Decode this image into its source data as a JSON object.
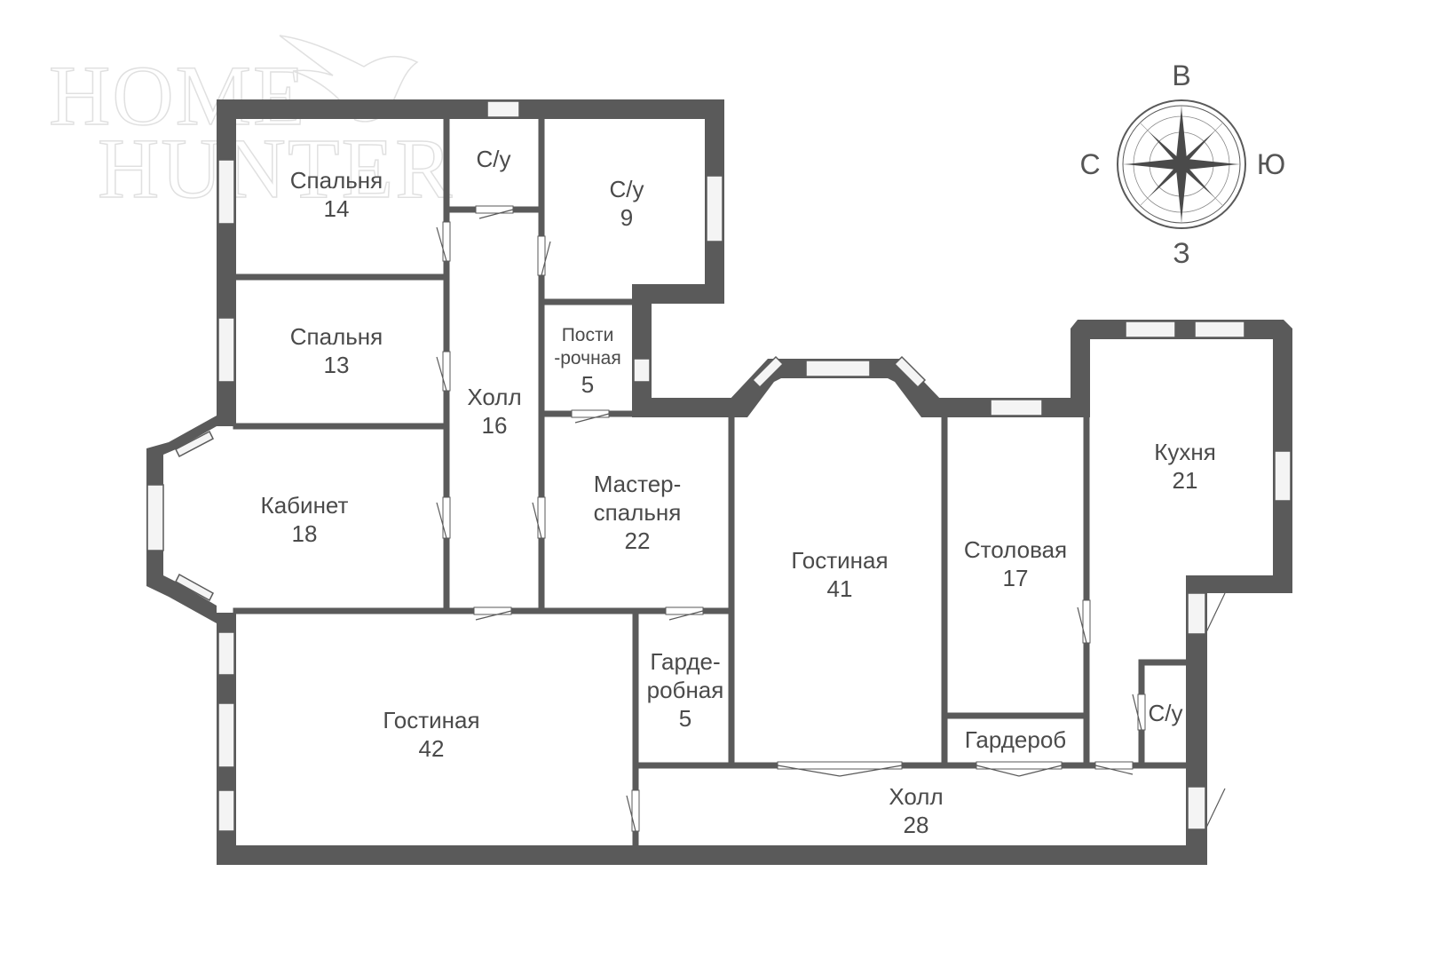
{
  "watermark": {
    "line1": "HOME",
    "line2": "HUNTER"
  },
  "compass": {
    "north": "В",
    "west": "С",
    "east": "Ю",
    "south": "З"
  },
  "colors": {
    "wall": "#5a5a5a",
    "room_line": "#5a5a5a",
    "label": "#4a4a4a",
    "window": "#f4f4f4"
  },
  "rooms": {
    "bedroom_14": {
      "name": "Спальня",
      "area": "14"
    },
    "wc_small": {
      "name": "С/у"
    },
    "wc_9": {
      "name": "С/у",
      "area": "9"
    },
    "bedroom_13": {
      "name": "Спальня",
      "area": "13"
    },
    "hall_16": {
      "name": "Холл",
      "area": "16"
    },
    "laundry_5": {
      "name_1": "Пости",
      "name_2": "-рочная",
      "area": "5"
    },
    "office_18": {
      "name": "Кабинет",
      "area": "18"
    },
    "master_22": {
      "name_1": "Мастер-",
      "name_2": "спальня",
      "area": "22"
    },
    "living_41": {
      "name": "Гостиная",
      "area": "41"
    },
    "dining_17": {
      "name": "Столовая",
      "area": "17"
    },
    "kitchen_21": {
      "name": "Кухня",
      "area": "21"
    },
    "wardrobe_5": {
      "name_1": "Гарде-",
      "name_2": "робная",
      "area": "5"
    },
    "living_42": {
      "name": "Гостиная",
      "area": "42"
    },
    "closet": {
      "name": "Гардероб"
    },
    "wc_right": {
      "name": "С/у"
    },
    "hall_28": {
      "name": "Холл",
      "area": "28"
    }
  }
}
